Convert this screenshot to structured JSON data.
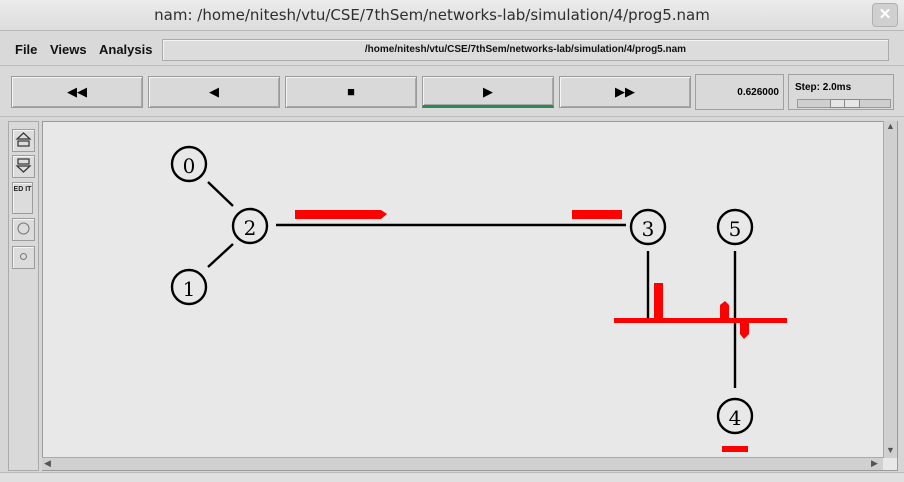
{
  "window": {
    "title": "nam: /home/nitesh/vtu/CSE/7thSem/networks-lab/simulation/4/prog5.nam"
  },
  "menu": {
    "file": "File",
    "views": "Views",
    "analysis": "Analysis"
  },
  "path_field": "/home/nitesh/vtu/CSE/7thSem/networks-lab/simulation/4/prog5.nam",
  "toolbar": {
    "rewind_glyph": "◀◀",
    "back_glyph": "◀",
    "stop_glyph": "■",
    "play_glyph": "▶",
    "ff_glyph": "▶▶",
    "active_button": "play",
    "time": "0.626000",
    "step_label": "Step: 2.0ms"
  },
  "side_tools": {
    "zoom_in_icon": "zoom-in-icon",
    "zoom_out_icon": "zoom-out-icon",
    "edit_label": "ED IT",
    "circle_large_icon": "circle-large-icon",
    "circle_small_icon": "circle-small-icon"
  },
  "topology": {
    "nodes": [
      {
        "id": "0",
        "label": "0"
      },
      {
        "id": "1",
        "label": "1"
      },
      {
        "id": "2",
        "label": "2"
      },
      {
        "id": "3",
        "label": "3"
      },
      {
        "id": "4",
        "label": "4"
      },
      {
        "id": "5",
        "label": "5"
      }
    ],
    "links": [
      [
        "0",
        "2"
      ],
      [
        "1",
        "2"
      ],
      [
        "2",
        "3"
      ],
      [
        "3",
        "lan"
      ],
      [
        "5",
        "lan"
      ],
      [
        "4",
        "lan"
      ]
    ],
    "packet_color": "#ff0000",
    "link_color": "#000000"
  }
}
